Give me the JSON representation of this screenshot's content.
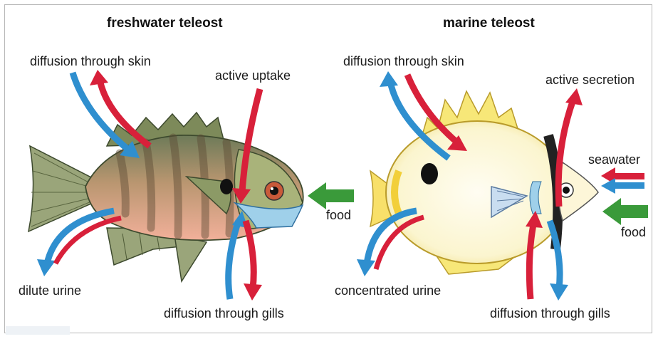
{
  "panels": {
    "freshwater": {
      "title": "freshwater teleost",
      "labels": {
        "skin": "diffusion through skin",
        "uptake": "active uptake",
        "food": "food",
        "urine": "dilute urine",
        "gills": "diffusion through gills"
      }
    },
    "marine": {
      "title": "marine teleost",
      "labels": {
        "skin": "diffusion through skin",
        "secretion": "active secretion",
        "seawater": "seawater",
        "food": "food",
        "urine": "concentrated urine",
        "gills": "diffusion through gills"
      }
    }
  },
  "colors": {
    "ion_flow_red": "#d8203a",
    "water_flow_blue": "#2f8fcf",
    "food_green": "#3a9a3a"
  }
}
